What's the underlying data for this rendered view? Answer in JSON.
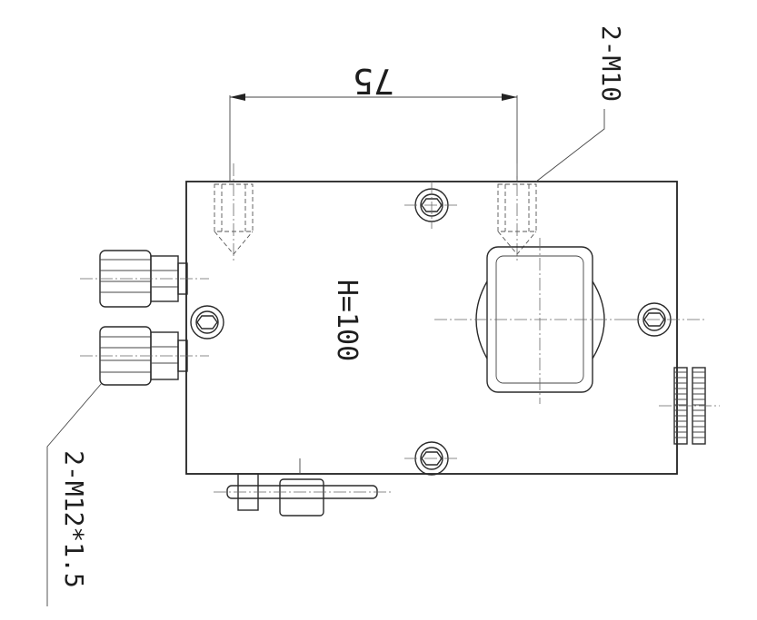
{
  "labels": {
    "dimension_width": "75",
    "thread_top": "2-M10",
    "height_note": "H=100",
    "thread_ports": "2-M12*1.5"
  }
}
